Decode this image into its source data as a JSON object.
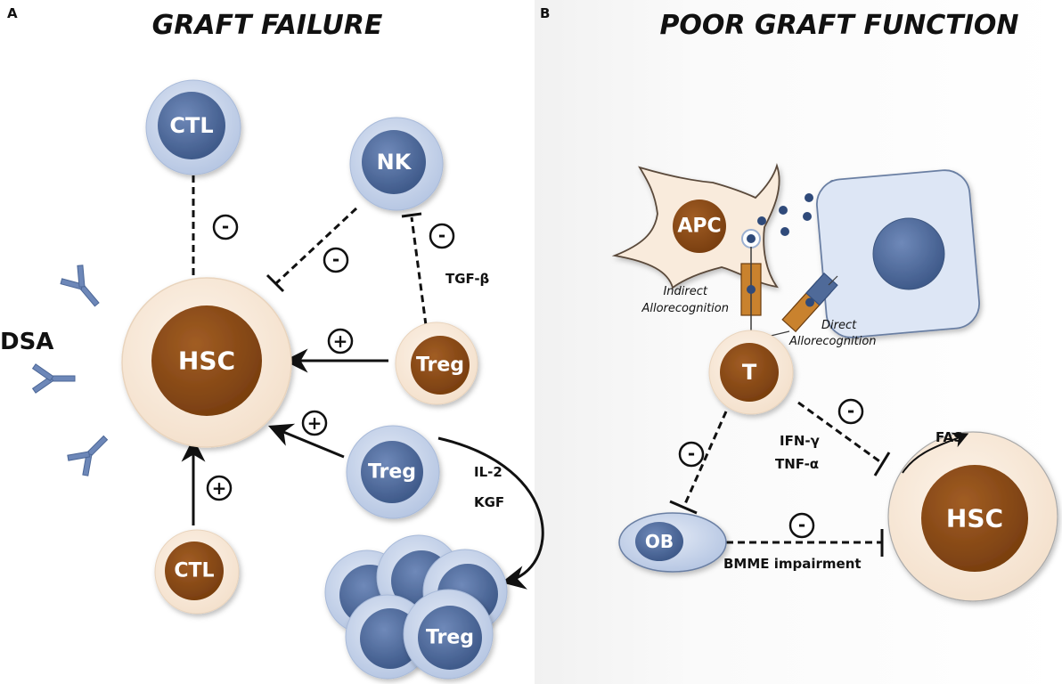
{
  "panel_a": {
    "letter": "A",
    "title": "GRAFT FAILURE",
    "cells": {
      "ctl_top": "CTL",
      "nk": "NK",
      "hsc": "HSC",
      "treg_right": "Treg",
      "treg_blue": "Treg",
      "ctl_bottom": "CTL",
      "treg_cluster": "Treg"
    },
    "dsa_label": "DSA",
    "factors": {
      "tgf_beta": "TGF-β",
      "il2": "IL-2",
      "kgf": "KGF"
    },
    "signs": {
      "ctl_to_hsc": "-",
      "nk_to_hsc": "-",
      "treg_to_nk": "-",
      "treg_to_hsc": "+",
      "treg_blue_to_hsc": "+",
      "ctl_bottom_to_hsc": "+"
    }
  },
  "panel_b": {
    "letter": "B",
    "title": "POOR GRAFT FUNCTION",
    "cells": {
      "apc": "APC",
      "t": "T",
      "ob": "OB",
      "hsc": "HSC"
    },
    "labels": {
      "indirect_1": "Indirect",
      "indirect_2": "Allorecognition",
      "direct_1": "Direct",
      "direct_2": "Allorecognition",
      "fas": "FAS",
      "ifn": "IFN-γ",
      "tnf": "TNF-α",
      "bmme": "BMME impairment"
    },
    "signs": {
      "t_to_ob": "-",
      "t_to_hsc": "-",
      "ob_to_hsc": "-"
    }
  },
  "colors": {
    "brown": "#8b4a16",
    "blue": "#4f6a99",
    "light_blue": "#c5d3ea",
    "cream": "#f9ebdc",
    "orange": "#c9822e",
    "antibody": "#6d87b8"
  }
}
